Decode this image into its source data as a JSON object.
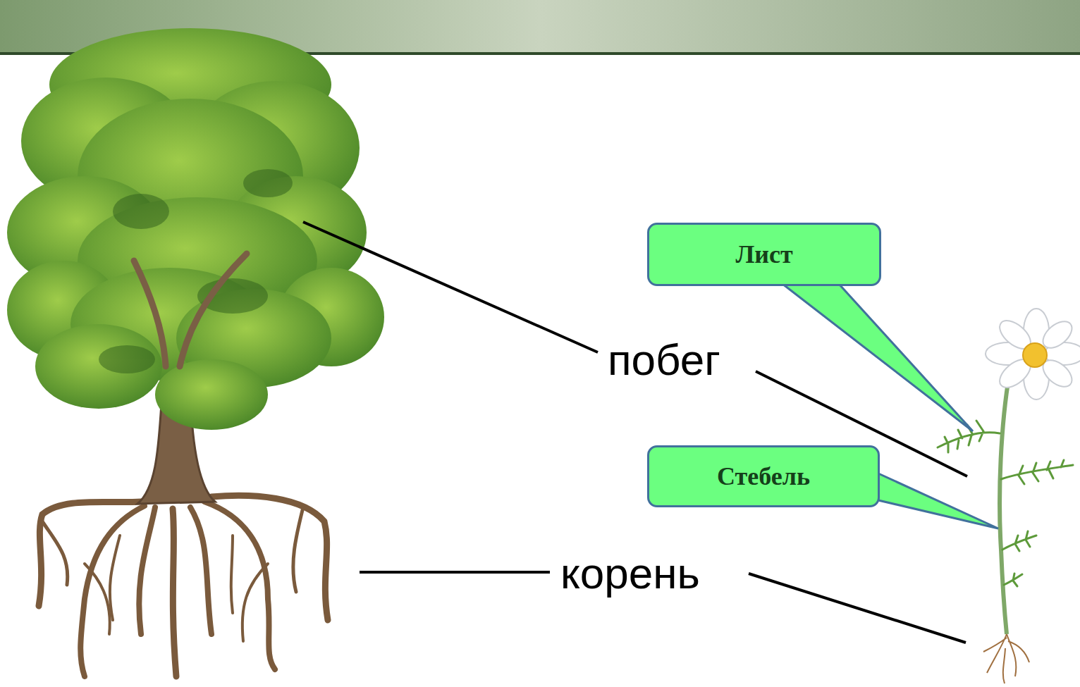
{
  "diagram": {
    "nodes": [
      {
        "text": [
          "Лист"
        ]
      },
      {
        "text": [
          "Стебель"
        ]
      }
    ],
    "labels": [
      "побег",
      "корень"
    ]
  }
}
